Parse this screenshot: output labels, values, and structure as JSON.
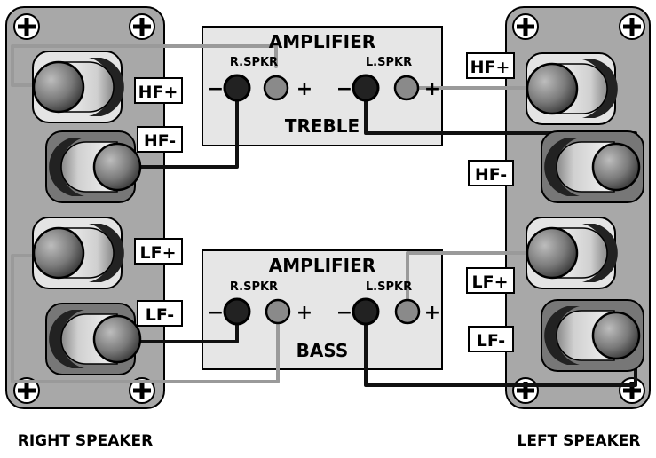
{
  "speakers": {
    "right": {
      "caption": "RIGHT SPEAKER"
    },
    "left": {
      "caption": "LEFT SPEAKER"
    }
  },
  "terminal_labels": {
    "hf_plus": "HF+",
    "hf_minus": "HF-",
    "lf_plus": "LF+",
    "lf_minus": "LF-"
  },
  "amplifiers": {
    "treble": {
      "title": "AMPLIFIER",
      "subtitle": "TREBLE",
      "r_spkr": "R.SPKR",
      "l_spkr": "L.SPKR"
    },
    "bass": {
      "title": "AMPLIFIER",
      "subtitle": "BASS",
      "r_spkr": "R.SPKR",
      "l_spkr": "L.SPKR"
    }
  },
  "polarity": {
    "minus": "−",
    "plus": "+"
  },
  "colors": {
    "panel": "#a8a8a8",
    "amp_box": "#e6e6e6",
    "negative_wire": "#111111",
    "positive_wire": "#9a9a9a",
    "outline": "#000000"
  }
}
